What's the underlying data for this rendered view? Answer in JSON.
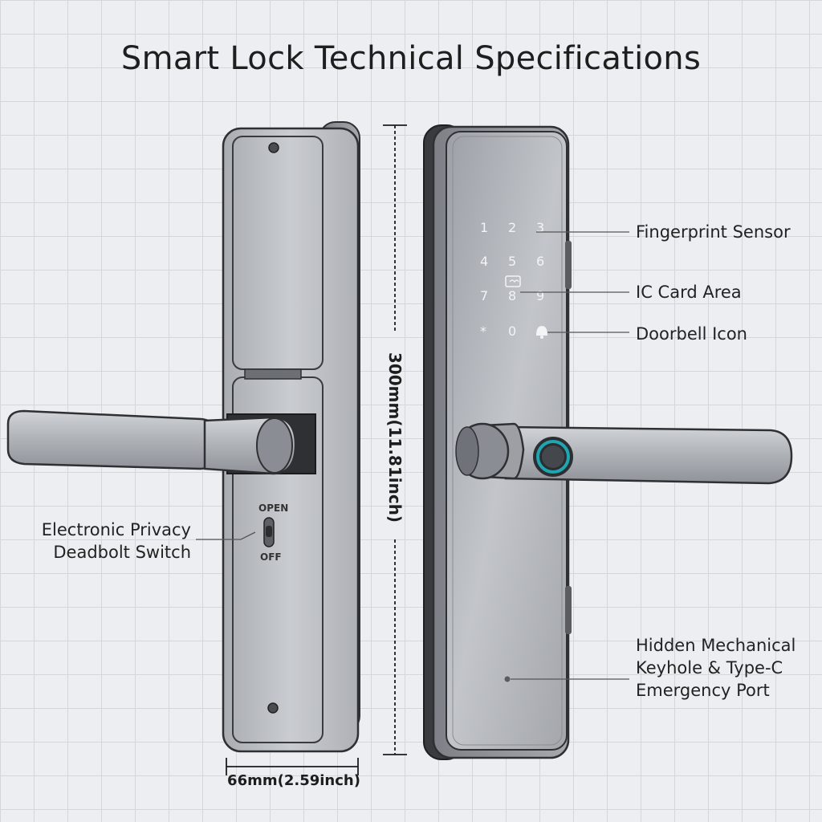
{
  "title": "Smart Lock Technical Specifications",
  "dimensions": {
    "height": "300mm(11.81inch)",
    "width": "66mm(2.59inch)"
  },
  "keypad": [
    "1",
    "2",
    "3",
    "4",
    "5",
    "6",
    "7",
    "8",
    "9",
    "*",
    "0"
  ],
  "switch": {
    "open": "OPEN",
    "off": "OFF"
  },
  "callouts": {
    "fingerprint": "Fingerprint Sensor",
    "ic_card": "IC Card Area",
    "doorbell": "Doorbell Icon",
    "privacy_line1": "Electronic Privacy",
    "privacy_line2": "Deadbolt Switch",
    "keyhole_line1": "Hidden Mechanical",
    "keyhole_line2": "Keyhole & Type-C",
    "keyhole_line3": "Emergency Port"
  },
  "colors": {
    "metal": "#b9bcc1",
    "metal_dark": "#8e9197",
    "outline": "#2f3033",
    "sensor_ring": "#1fa6b0"
  }
}
